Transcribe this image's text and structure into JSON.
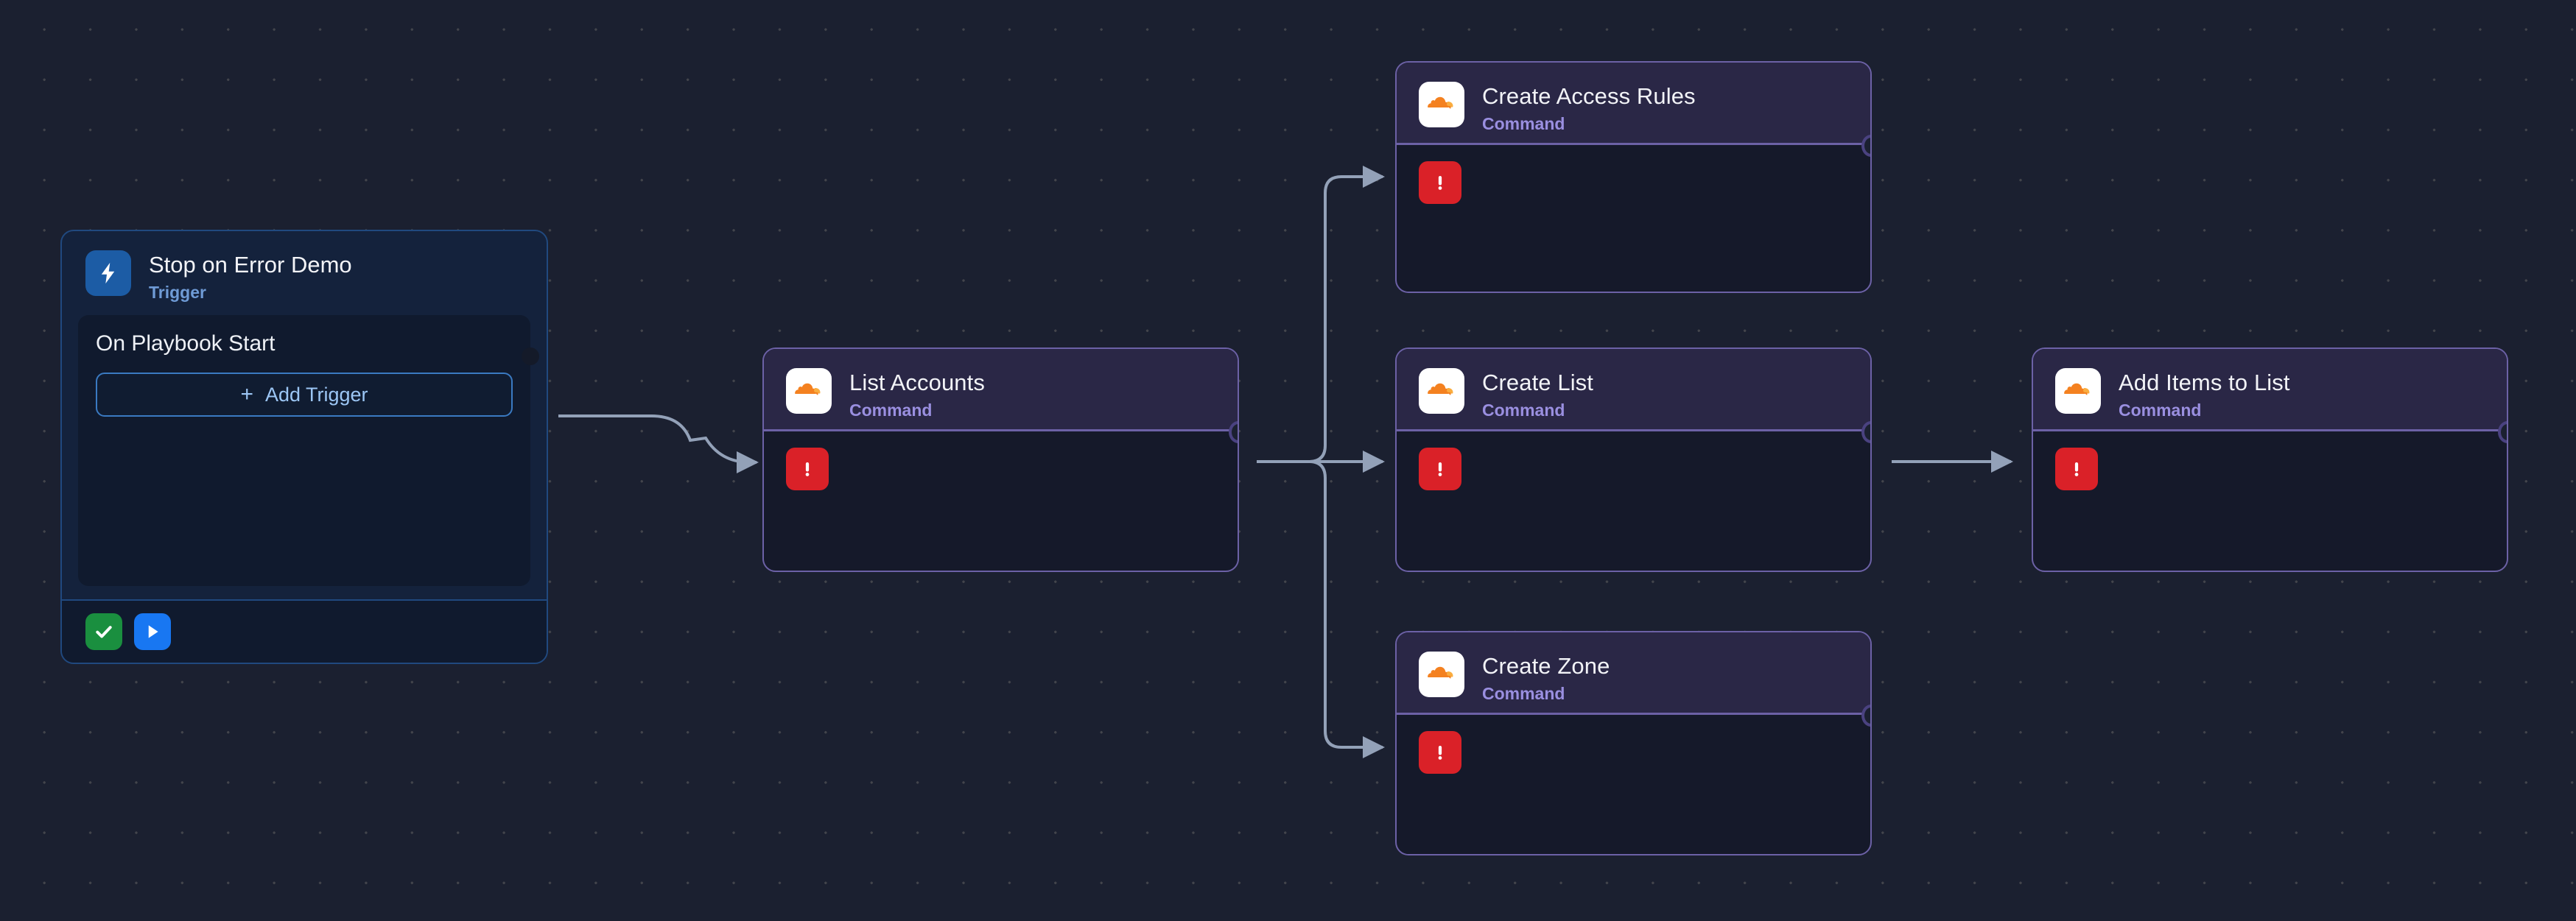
{
  "canvas": {
    "background_color": "#1b2030",
    "grid": "dot-grid",
    "accent_purple": "#6c61a6",
    "accent_blue": "#20497f",
    "error_red": "#da2128",
    "edge_color": "#93a1b8"
  },
  "trigger_node": {
    "title": "Stop on Error Demo",
    "subtitle": "Trigger",
    "icon": "lightning-bolt-icon",
    "panel_title": "On Playbook Start",
    "add_trigger_label": "Add Trigger",
    "add_trigger_plus": "+",
    "footer_buttons": [
      {
        "name": "validate-button",
        "icon": "check-icon",
        "color": "#1a8f3f"
      },
      {
        "name": "run-button",
        "icon": "play-icon",
        "color": "#1877f2"
      }
    ]
  },
  "nodes": [
    {
      "id": "list-accounts",
      "title": "List Accounts",
      "subtitle": "Command",
      "icon": "cloudflare-icon",
      "status_icon": "error-exclamation-icon"
    },
    {
      "id": "create-access-rules",
      "title": "Create Access Rules",
      "subtitle": "Command",
      "icon": "cloudflare-icon",
      "status_icon": "error-exclamation-icon"
    },
    {
      "id": "create-list",
      "title": "Create List",
      "subtitle": "Command",
      "icon": "cloudflare-icon",
      "status_icon": "error-exclamation-icon"
    },
    {
      "id": "create-zone",
      "title": "Create Zone",
      "subtitle": "Command",
      "icon": "cloudflare-icon",
      "status_icon": "error-exclamation-icon"
    },
    {
      "id": "add-items-to-list",
      "title": "Add Items to List",
      "subtitle": "Command",
      "icon": "cloudflare-icon",
      "status_icon": "error-exclamation-icon"
    }
  ],
  "edges": [
    {
      "from": "stop-on-error-demo",
      "to": "list-accounts"
    },
    {
      "from": "list-accounts",
      "to": "create-access-rules"
    },
    {
      "from": "list-accounts",
      "to": "create-list"
    },
    {
      "from": "list-accounts",
      "to": "create-zone"
    },
    {
      "from": "create-list",
      "to": "add-items-to-list"
    }
  ]
}
